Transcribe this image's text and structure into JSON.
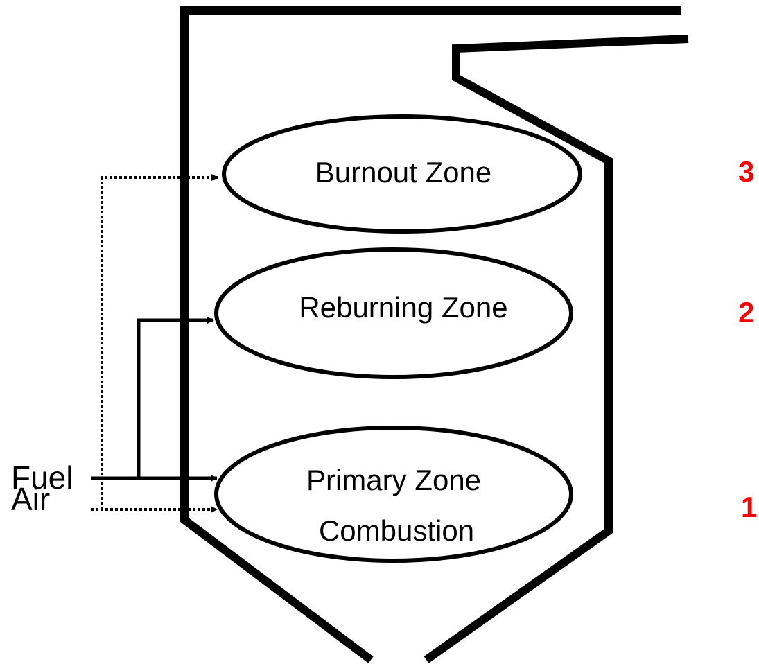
{
  "zones": {
    "burnout": {
      "label": "Burnout Zone"
    },
    "reburning": {
      "label": "Reburning Zone"
    },
    "primary": {
      "line1": "Primary Zone",
      "line2": "Combustion"
    }
  },
  "inputs": {
    "fuel": "Fuel",
    "air": "Air"
  },
  "stages": [
    "3",
    "2",
    "1"
  ],
  "colors": {
    "outline": "#000000",
    "stage_number": "#ff0000"
  }
}
